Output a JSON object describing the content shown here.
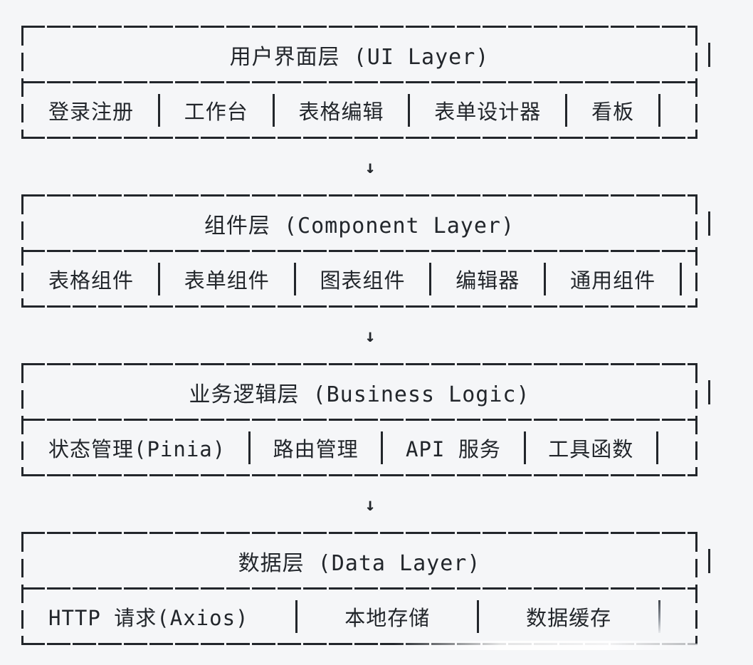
{
  "colors": {
    "background": "#f5f6f8",
    "line": "#22262b"
  },
  "arrow_glyph": "↓",
  "layers": [
    {
      "title": "用户界面层 (UI Layer)",
      "items": [
        "登录注册",
        "工作台",
        "表格编辑",
        "表单设计器",
        "看板"
      ]
    },
    {
      "title": "组件层 (Component Layer)",
      "items": [
        "表格组件",
        "表单组件",
        "图表组件",
        "编辑器",
        "通用组件"
      ]
    },
    {
      "title": "业务逻辑层 (Business Logic)",
      "items": [
        "状态管理(Pinia)",
        "路由管理",
        "API 服务",
        "工具函数"
      ]
    },
    {
      "title": "数据层 (Data Layer)",
      "items": [
        "HTTP 请求(Axios)",
        "本地存储",
        "数据缓存"
      ]
    }
  ]
}
